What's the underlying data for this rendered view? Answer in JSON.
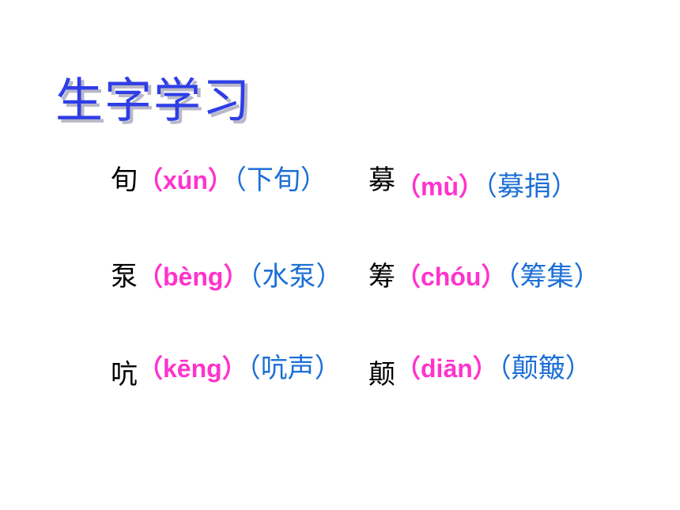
{
  "title": "生字学习",
  "items": [
    {
      "char": "旬",
      "pinyin": "（xún）",
      "word": "（下旬）"
    },
    {
      "char": "募",
      "pinyin": "（mù）",
      "word": "（募捐）"
    },
    {
      "char": "泵",
      "pinyin": "（bèng）",
      "word": "（水泵）"
    },
    {
      "char": "筹",
      "pinyin": "（chóu）",
      "word": "（筹集）"
    },
    {
      "char": "吭",
      "pinyin": "（kēng）",
      "word": "（吭声）"
    },
    {
      "char": "颠",
      "pinyin": "（diān）",
      "word": "（颠簸）"
    }
  ],
  "colors": {
    "title": "#2f3ee6",
    "pinyin": "#ff33cc",
    "word": "#1c6fd6",
    "char": "#000000"
  }
}
